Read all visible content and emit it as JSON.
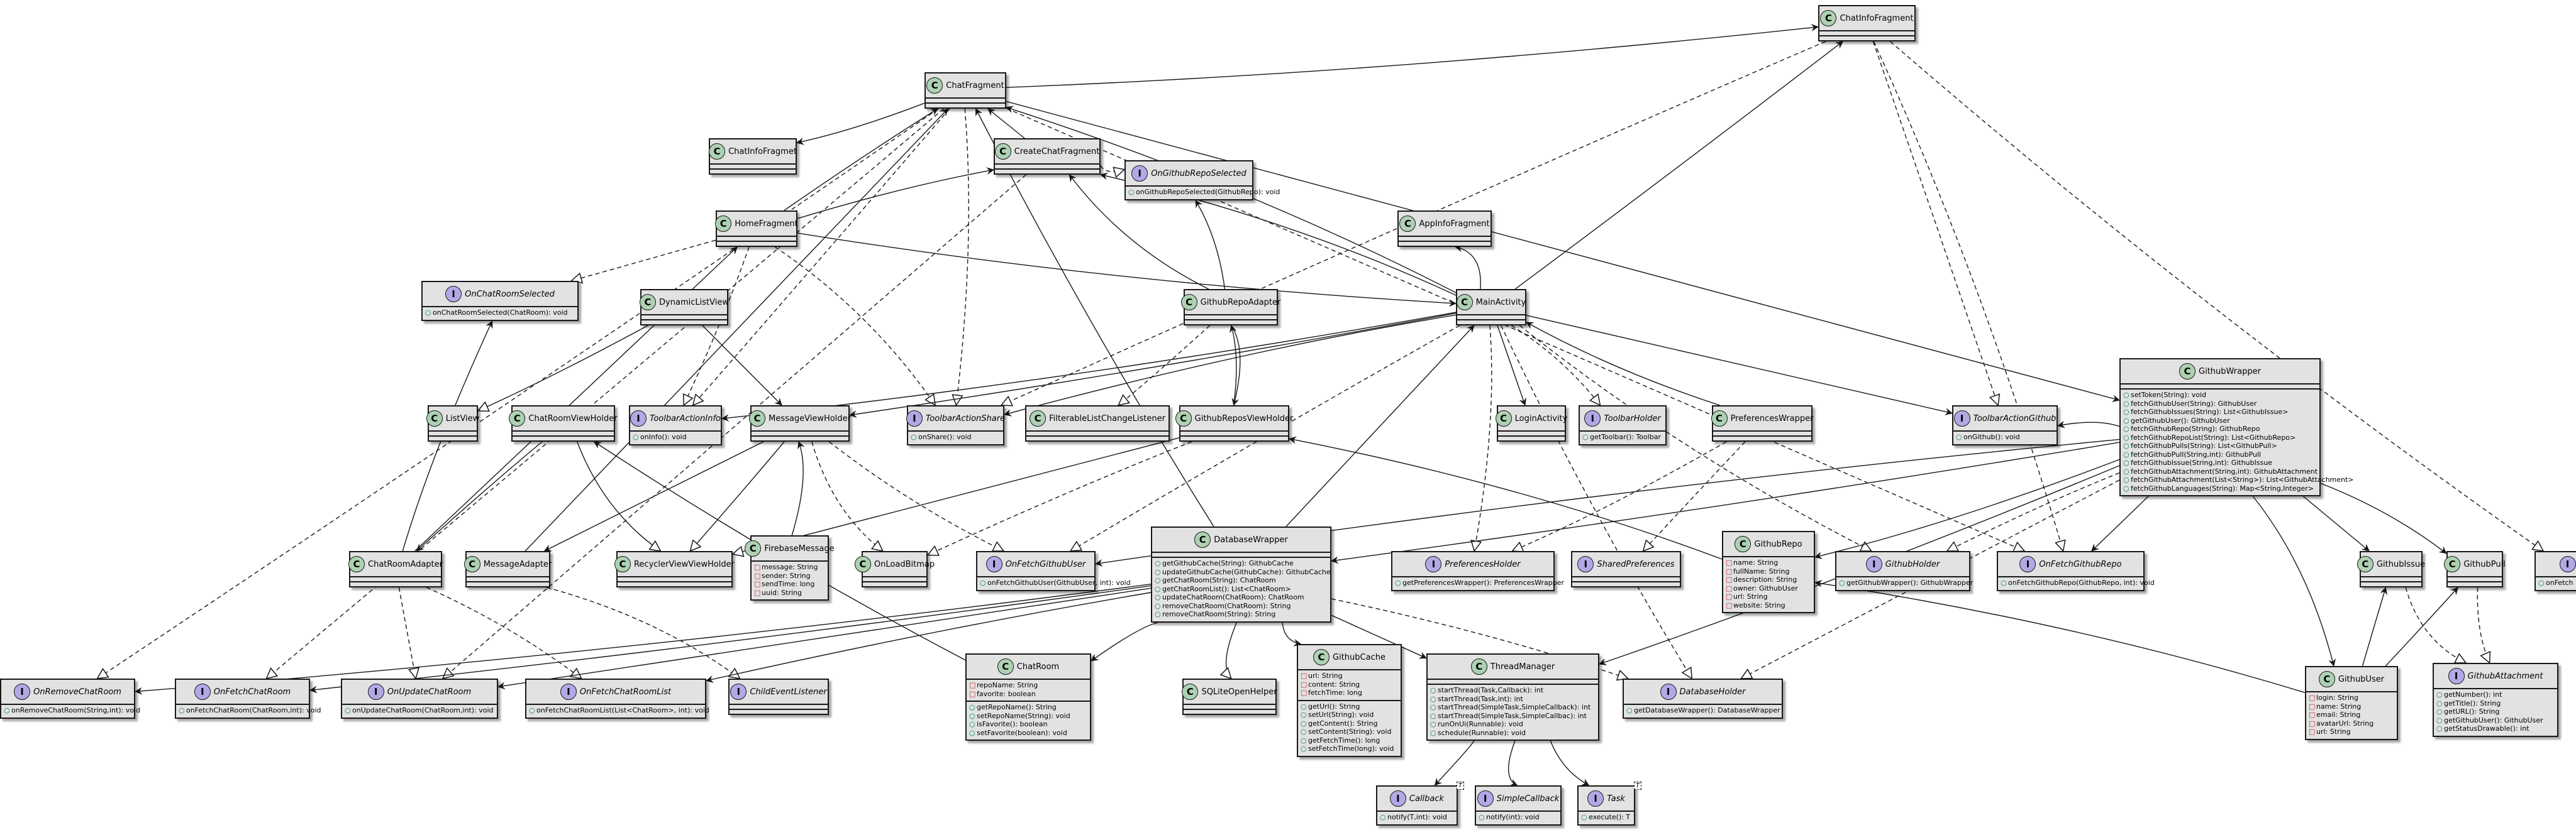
{
  "classes": [
    {
      "id": "ChatInfoFragment",
      "name": "ChatInfoFragment",
      "kind": "class"
    },
    {
      "id": "ChatFragment",
      "name": "ChatFragment",
      "kind": "class"
    },
    {
      "id": "ChatInfoFragmet",
      "name": "ChatInfoFragmet",
      "kind": "class"
    },
    {
      "id": "CreateChatFragment",
      "name": "CreateChatFragment",
      "kind": "class"
    },
    {
      "id": "OnGithubRepoSelected",
      "name": "OnGithubRepoSelected",
      "kind": "interface",
      "members": [
        [
          "+",
          "onGithubRepoSelected(GithubRepo): void"
        ]
      ]
    },
    {
      "id": "HomeFragment",
      "name": "HomeFragment",
      "kind": "class"
    },
    {
      "id": "AppInfoFragment",
      "name": "AppInfoFragment",
      "kind": "class"
    },
    {
      "id": "OnChatRoomSelected",
      "name": "OnChatRoomSelected",
      "kind": "interface",
      "members": [
        [
          "+",
          "onChatRoomSelected(ChatRoom): void"
        ]
      ]
    },
    {
      "id": "DynamicListView",
      "name": "DynamicListView",
      "kind": "class"
    },
    {
      "id": "GithubRepoAdapter",
      "name": "GithubRepoAdapter",
      "kind": "class"
    },
    {
      "id": "MainActivity",
      "name": "MainActivity",
      "kind": "class"
    },
    {
      "id": "GithubWrapper",
      "name": "GithubWrapper",
      "kind": "class",
      "members": [
        [
          "+",
          "setToken(String): void"
        ],
        [
          "+",
          "fetchGithubUser(String): GithubUser"
        ],
        [
          "+",
          "fetchGithubIssues(String): List<GithubIssue>"
        ],
        [
          "+",
          "getGithubUser(): GithubUser"
        ],
        [
          "+",
          "fetchGithubRepo(String): GithubRepo"
        ],
        [
          "+",
          "fetchGithubRepoList(String): List<GithubRepo>"
        ],
        [
          "+",
          "fetchGithubPulls(String): List<GithubPull>"
        ],
        [
          "+",
          "fetchGithubPull(String,int): GithubPull"
        ],
        [
          "+",
          "fetchGithubIssue(String,int): GithubIssue"
        ],
        [
          "+",
          "fetchGithubAttachment(String,int): GithubAttachment"
        ],
        [
          "+",
          "fetchGithubAttachment(List<String>): List<GithubAttachment>"
        ],
        [
          "+",
          "fetchGithubLanguages(String): Map<String,Integer>"
        ]
      ]
    },
    {
      "id": "ListView",
      "name": "ListView",
      "kind": "class"
    },
    {
      "id": "ChatRoomViewHolder",
      "name": "ChatRoomViewHolder",
      "kind": "class"
    },
    {
      "id": "ToolbarActionInfo",
      "name": "ToolbarActionInfo",
      "kind": "interface",
      "members": [
        [
          "+",
          "onInfo(): void"
        ]
      ]
    },
    {
      "id": "MessageViewHolder",
      "name": "MessageViewHolder",
      "kind": "class"
    },
    {
      "id": "ToolbarActionShare",
      "name": "ToolbarActionShare",
      "kind": "interface",
      "members": [
        [
          "+",
          "onShare(): void"
        ]
      ]
    },
    {
      "id": "FilterableListChangeListener",
      "name": "FilterableListChangeListener",
      "kind": "class"
    },
    {
      "id": "GithubReposViewHolder",
      "name": "GithubReposViewHolder",
      "kind": "class"
    },
    {
      "id": "LoginActivity",
      "name": "LoginActivity",
      "kind": "class"
    },
    {
      "id": "ToolbarHolder",
      "name": "ToolbarHolder",
      "kind": "interface",
      "members": [
        [
          "+",
          "getToolbar(): Toolbar"
        ]
      ]
    },
    {
      "id": "PreferencesWrapper",
      "name": "PreferencesWrapper",
      "kind": "class"
    },
    {
      "id": "ToolbarActionGithub",
      "name": "ToolbarActionGithub",
      "kind": "interface",
      "members": [
        [
          "+",
          "onGithub(): void"
        ]
      ]
    },
    {
      "id": "ChatRoomAdapter",
      "name": "ChatRoomAdapter",
      "kind": "class"
    },
    {
      "id": "MessageAdapter",
      "name": "MessageAdapter",
      "kind": "class"
    },
    {
      "id": "RecyclerViewViewHolder",
      "name": "RecyclerViewViewHolder",
      "kind": "class"
    },
    {
      "id": "FirebaseMessage",
      "name": "FirebaseMessage",
      "kind": "class",
      "members": [
        [
          "-",
          "message: String"
        ],
        [
          "-",
          "sender: String"
        ],
        [
          "-",
          "sendTime: long"
        ],
        [
          "-",
          "uuid: String"
        ]
      ]
    },
    {
      "id": "OnLoadBitmap",
      "name": "OnLoadBitmap",
      "kind": "class"
    },
    {
      "id": "OnFetchGithubUser",
      "name": "OnFetchGithubUser",
      "kind": "interface",
      "members": [
        [
          "+",
          "onFetchGithubUser(GithubUser, int): void"
        ]
      ]
    },
    {
      "id": "DatabaseWrapper",
      "name": "DatabaseWrapper",
      "kind": "class",
      "members": [
        [
          "+",
          "getGithubCache(String): GithubCache"
        ],
        [
          "+",
          "updateGithubCache(GithubCache): GithubCache"
        ],
        [
          "+",
          "getChatRoom(String): ChatRoom"
        ],
        [
          "+",
          "getChatRoomList(): List<ChatRoom>"
        ],
        [
          "+",
          "updateChatRoom(ChatRoom): ChatRoom"
        ],
        [
          "+",
          "removeChatRoom(ChatRoom): String"
        ],
        [
          "+",
          "removeChatRoom(String): String"
        ]
      ]
    },
    {
      "id": "PreferencesHolder",
      "name": "PreferencesHolder",
      "kind": "interface",
      "members": [
        [
          "+",
          "getPreferencesWrapper(): PreferencesWrapper"
        ]
      ]
    },
    {
      "id": "SharedPreferences",
      "name": "SharedPreferences",
      "kind": "interface"
    },
    {
      "id": "GithubRepo",
      "name": "GithubRepo",
      "kind": "class",
      "members": [
        [
          "-",
          "name: String"
        ],
        [
          "-",
          "fullName: String"
        ],
        [
          "-",
          "description: String"
        ],
        [
          "-",
          "owner: GithubUser"
        ],
        [
          "-",
          "url: String"
        ],
        [
          "-",
          "website: String"
        ]
      ]
    },
    {
      "id": "GithubHolder",
      "name": "GithubHolder",
      "kind": "interface",
      "members": [
        [
          "+",
          "getGithubWrapper(): GithubWrapper"
        ]
      ]
    },
    {
      "id": "OnFetchGithubRepo",
      "name": "OnFetchGithubRepo",
      "kind": "interface",
      "members": [
        [
          "+",
          "onFetchGithubRepo(GithubRepo, int): void"
        ]
      ]
    },
    {
      "id": "GithubIssue",
      "name": "GithubIssue",
      "kind": "class"
    },
    {
      "id": "GithubPull",
      "name": "GithubPull",
      "kind": "class"
    },
    {
      "id": "PartialRight",
      "name": "",
      "kind": "interface",
      "members": [
        [
          "+",
          "onFetch"
        ]
      ]
    },
    {
      "id": "OnRemoveChatRoom",
      "name": "OnRemoveChatRoom",
      "kind": "interface",
      "members": [
        [
          "+",
          "onRemoveChatRoom(String,int): void"
        ]
      ]
    },
    {
      "id": "OnFetchChatRoom",
      "name": "OnFetchChatRoom",
      "kind": "interface",
      "members": [
        [
          "+",
          "onFetchChatRoom(ChatRoom,int): void"
        ]
      ]
    },
    {
      "id": "OnUpdateChatRoom",
      "name": "OnUpdateChatRoom",
      "kind": "interface",
      "members": [
        [
          "+",
          "onUpdateChatRoom(ChatRoom,int): void"
        ]
      ]
    },
    {
      "id": "OnFetchChatRoomList",
      "name": "OnFetchChatRoomList",
      "kind": "interface",
      "members": [
        [
          "+",
          "onFetchChatRoomList(List<ChatRoom>, int): void"
        ]
      ]
    },
    {
      "id": "ChildEventListener",
      "name": "ChildEventListener",
      "kind": "interface"
    },
    {
      "id": "ChatRoom",
      "name": "ChatRoom",
      "kind": "class",
      "members": [
        [
          "-",
          "repoName: String"
        ],
        [
          "-",
          "favorite: boolean"
        ],
        [
          "+",
          "getRepoName(): String"
        ],
        [
          "+",
          "setRepoName(String): void"
        ],
        [
          "+",
          "isFavorite(): boolean"
        ],
        [
          "+",
          "setFavorite(boolean): void"
        ]
      ]
    },
    {
      "id": "SQLiteOpenHelper",
      "name": "SQLiteOpenHelper",
      "kind": "class"
    },
    {
      "id": "GithubCache",
      "name": "GithubCache",
      "kind": "class",
      "members": [
        [
          "-",
          "url: String"
        ],
        [
          "-",
          "content: String"
        ],
        [
          "-",
          "fetchTime: long"
        ],
        [
          "+",
          "getUrl(): String"
        ],
        [
          "+",
          "setUrl(String): void"
        ],
        [
          "+",
          "getContent(): String"
        ],
        [
          "+",
          "setContent(String): void"
        ],
        [
          "+",
          "getFetchTime(): long"
        ],
        [
          "+",
          "setFetchTime(long): void"
        ]
      ]
    },
    {
      "id": "ThreadManager",
      "name": "ThreadManager",
      "kind": "class",
      "members": [
        [
          "+",
          "startThread(Task,Callback): int"
        ],
        [
          "+",
          "startThread(Task,int): int"
        ],
        [
          "+",
          "startThread(SimpleTask,SimpleCallback): int"
        ],
        [
          "+",
          "startThread(SimpleTask,SimpleCallbac): int"
        ],
        [
          "+",
          "runOnUi(Runnable): void"
        ],
        [
          "+",
          "schedule(Runnable): void"
        ]
      ]
    },
    {
      "id": "DatabaseHolder",
      "name": "DatabaseHolder",
      "kind": "interface",
      "members": [
        [
          "+",
          "getDatabaseWrapper(): DatabaseWrapper"
        ]
      ]
    },
    {
      "id": "GithubUser",
      "name": "GithubUser",
      "kind": "class",
      "members": [
        [
          "-",
          "login: String"
        ],
        [
          "-",
          "name: String"
        ],
        [
          "-",
          "email: String"
        ],
        [
          "-",
          "avatarUrl: String"
        ],
        [
          "-",
          "url: String"
        ]
      ]
    },
    {
      "id": "GithubAttachment",
      "name": "GithubAttachment",
      "kind": "interface",
      "members": [
        [
          "+",
          "getNumber(): int"
        ],
        [
          "+",
          "getTitle(): String"
        ],
        [
          "+",
          "getURL(): String"
        ],
        [
          "+",
          "getGithubUser(): GithubUser"
        ],
        [
          "+",
          "getStatusDrawable(): int"
        ]
      ]
    },
    {
      "id": "Callback",
      "name": "Callback",
      "kind": "interface",
      "tparam": "T",
      "members": [
        [
          "+",
          "notify(T,int): void"
        ]
      ]
    },
    {
      "id": "SimpleCallback",
      "name": "SimpleCallback",
      "kind": "interface",
      "members": [
        [
          "+",
          "notify(int): void"
        ]
      ]
    },
    {
      "id": "Task",
      "name": "Task",
      "kind": "interface",
      "tparam": "T",
      "members": [
        [
          "+",
          "execute(): T"
        ]
      ]
    }
  ],
  "relations": [
    [
      "ChatFragment",
      "ChatInfoFragment",
      "assoc"
    ],
    [
      "MainActivity",
      "ChatInfoFragment",
      "assoc"
    ],
    [
      "ChatInfoFragment",
      "ToolbarActionGithub",
      "impl"
    ],
    [
      "ChatInfoFragment",
      "ToolbarActionShare",
      "impl"
    ],
    [
      "ChatInfoFragment",
      "OnFetchGithubRepo",
      "impl"
    ],
    [
      "ChatInfoFragment",
      "PartialRight",
      "impl"
    ],
    [
      "ChatFragment",
      "ChatInfoFragmet",
      "assoc"
    ],
    [
      "CreateChatFragment",
      "ChatFragment",
      "assoc"
    ],
    [
      "HomeFragment",
      "ChatFragment",
      "assoc"
    ],
    [
      "MainActivity",
      "ChatFragment",
      "assoc"
    ],
    [
      "MessageAdapter",
      "ChatFragment",
      "assoc"
    ],
    [
      "DatabaseWrapper",
      "ChatFragment",
      "assoc"
    ],
    [
      "ChatFragment",
      "GithubWrapper",
      "assoc"
    ],
    [
      "ChatFragment",
      "ToolbarActionInfo",
      "impl"
    ],
    [
      "ChatFragment",
      "ToolbarActionShare",
      "impl"
    ],
    [
      "ChatFragment",
      "OnRemoveChatRoom",
      "impl"
    ],
    [
      "ChatFragment",
      "OnFetchChatRoom",
      "impl"
    ],
    [
      "ChatFragment",
      "OnFetchGithubRepo",
      "impl"
    ],
    [
      "HomeFragment",
      "CreateChatFragment",
      "assoc"
    ],
    [
      "MainActivity",
      "CreateChatFragment",
      "assoc"
    ],
    [
      "GithubRepoAdapter",
      "CreateChatFragment",
      "assoc"
    ],
    [
      "CreateChatFragment",
      "OnGithubRepoSelected",
      "impl"
    ],
    [
      "CreateChatFragment",
      "OnUpdateChatRoom",
      "impl"
    ],
    [
      "GithubRepoAdapter",
      "OnGithubRepoSelected",
      "assoc"
    ],
    [
      "MainActivity",
      "AppInfoFragment",
      "assoc"
    ],
    [
      "HomeFragment",
      "MainActivity",
      "assoc"
    ],
    [
      "ChatRoomAdapter",
      "HomeFragment",
      "assoc"
    ],
    [
      "HomeFragment",
      "OnChatRoomSelected",
      "impl"
    ],
    [
      "HomeFragment",
      "ToolbarActionInfo",
      "impl"
    ],
    [
      "HomeFragment",
      "ToolbarActionShare",
      "impl"
    ],
    [
      "ChatRoomAdapter",
      "OnChatRoomSelected",
      "assoc"
    ],
    [
      "DynamicListView",
      "ListView",
      "ext"
    ],
    [
      "DynamicListView",
      "MessageViewHolder",
      "assoc"
    ],
    [
      "GithubReposViewHolder",
      "GithubRepoAdapter",
      "assoc"
    ],
    [
      "GithubRepoAdapter",
      "GithubReposViewHolder",
      "assoc"
    ],
    [
      "GithubRepoAdapter",
      "FilterableListChangeListener",
      "impl"
    ],
    [
      "MainActivity",
      "MessageViewHolder",
      "assoc"
    ],
    [
      "MainActivity",
      "LoginActivity",
      "assoc"
    ],
    [
      "MainActivity",
      "ToolbarHolder",
      "impl"
    ],
    [
      "MainActivity",
      "PreferencesHolder",
      "impl"
    ],
    [
      "MainActivity",
      "GithubHolder",
      "impl"
    ],
    [
      "MainActivity",
      "DatabaseHolder",
      "impl"
    ],
    [
      "MainActivity",
      "ToolbarActionGithub",
      "assoc"
    ],
    [
      "MainActivity",
      "OnFetchGithubUser",
      "impl"
    ],
    [
      "MainActivity",
      "ToolbarActionShare",
      "assoc"
    ],
    [
      "MainActivity",
      "ToolbarActionInfo",
      "assoc"
    ],
    [
      "PreferencesWrapper",
      "MainActivity",
      "assoc"
    ],
    [
      "DatabaseWrapper",
      "MainActivity",
      "assoc"
    ],
    [
      "GithubWrapper",
      "ToolbarActionGithub",
      "assoc"
    ],
    [
      "GithubWrapper",
      "OnFetchGithubUser",
      "assoc"
    ],
    [
      "GithubWrapper",
      "GithubRepo",
      "assoc"
    ],
    [
      "GithubWrapper",
      "OnFetchGithubRepo",
      "assoc"
    ],
    [
      "GithubWrapper",
      "GithubIssue",
      "assoc"
    ],
    [
      "GithubWrapper",
      "GithubPull",
      "assoc"
    ],
    [
      "GithubWrapper",
      "GithubUser",
      "assoc"
    ],
    [
      "GithubWrapper",
      "ThreadManager",
      "assoc"
    ],
    [
      "GithubWrapper",
      "DatabaseWrapper",
      "assoc"
    ],
    [
      "GithubWrapper",
      "DatabaseHolder",
      "impl"
    ],
    [
      "GithubWrapper",
      "GithubHolder",
      "impl"
    ],
    [
      "ChatRoomViewHolder",
      "ChatRoomAdapter",
      "assoc"
    ],
    [
      "ChatRoomViewHolder",
      "RecyclerViewViewHolder",
      "ext"
    ],
    [
      "ChatRoom",
      "ChatRoomViewHolder",
      "assoc"
    ],
    [
      "MessageViewHolder",
      "MessageAdapter",
      "assoc"
    ],
    [
      "MessageViewHolder",
      "RecyclerViewViewHolder",
      "ext"
    ],
    [
      "FirebaseMessage",
      "MessageViewHolder",
      "assoc"
    ],
    [
      "MessageViewHolder",
      "OnLoadBitmap",
      "impl"
    ],
    [
      "MessageViewHolder",
      "OnFetchGithubUser",
      "impl"
    ],
    [
      "GithubReposViewHolder",
      "RecyclerViewViewHolder",
      "ext"
    ],
    [
      "GithubReposViewHolder",
      "OnLoadBitmap",
      "impl"
    ],
    [
      "GithubRepo",
      "GithubReposViewHolder",
      "assoc"
    ],
    [
      "PreferencesWrapper",
      "PreferencesHolder",
      "impl"
    ],
    [
      "PreferencesWrapper",
      "SharedPreferences",
      "impl"
    ],
    [
      "ChatRoomAdapter",
      "OnUpdateChatRoom",
      "impl"
    ],
    [
      "ChatRoomAdapter",
      "OnFetchChatRoomList",
      "impl"
    ],
    [
      "MessageAdapter",
      "ChildEventListener",
      "impl"
    ],
    [
      "DatabaseWrapper",
      "OnRemoveChatRoom",
      "assoc"
    ],
    [
      "DatabaseWrapper",
      "OnFetchChatRoom",
      "assoc"
    ],
    [
      "DatabaseWrapper",
      "OnUpdateChatRoom",
      "assoc"
    ],
    [
      "DatabaseWrapper",
      "OnFetchChatRoomList",
      "assoc"
    ],
    [
      "DatabaseWrapper",
      "ChatRoom",
      "assoc"
    ],
    [
      "DatabaseWrapper",
      "SQLiteOpenHelper",
      "ext"
    ],
    [
      "DatabaseWrapper",
      "GithubCache",
      "assoc"
    ],
    [
      "DatabaseWrapper",
      "ThreadManager",
      "assoc"
    ],
    [
      "DatabaseWrapper",
      "DatabaseHolder",
      "impl"
    ],
    [
      "ThreadManager",
      "Callback",
      "assoc"
    ],
    [
      "ThreadManager",
      "SimpleCallback",
      "assoc"
    ],
    [
      "ThreadManager",
      "Task",
      "assoc"
    ],
    [
      "GithubUser",
      "GithubIssue",
      "assoc"
    ],
    [
      "GithubUser",
      "GithubPull",
      "assoc"
    ],
    [
      "GithubUser",
      "GithubRepo",
      "assoc"
    ],
    [
      "GithubIssue",
      "GithubAttachment",
      "impl"
    ],
    [
      "GithubPull",
      "GithubAttachment",
      "impl"
    ]
  ]
}
